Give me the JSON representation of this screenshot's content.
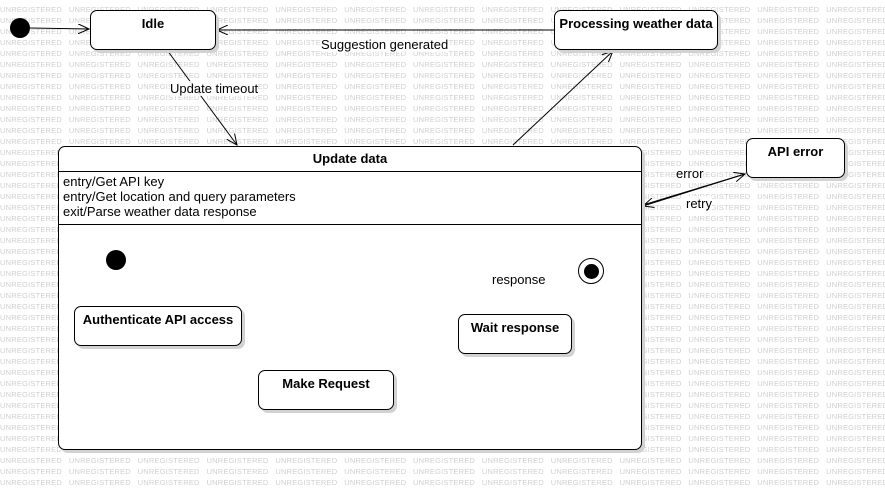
{
  "watermark": {
    "text": "UNREGISTERED"
  },
  "states": {
    "idle": "Idle",
    "processing": "Processing weather data",
    "update_data": "Update data",
    "api_error": "API error",
    "authenticate": "Authenticate API access",
    "make_request": "Make Request",
    "wait_response": "Wait response"
  },
  "entry_actions": [
    "entry/Get API key",
    "entry/Get location and query parameters",
    "exit/Parse weather data response"
  ],
  "transitions": {
    "suggestion_generated": "Suggestion generated",
    "update_timeout": "Update timeout",
    "error": "error",
    "retry": "retry",
    "response": "response"
  }
}
